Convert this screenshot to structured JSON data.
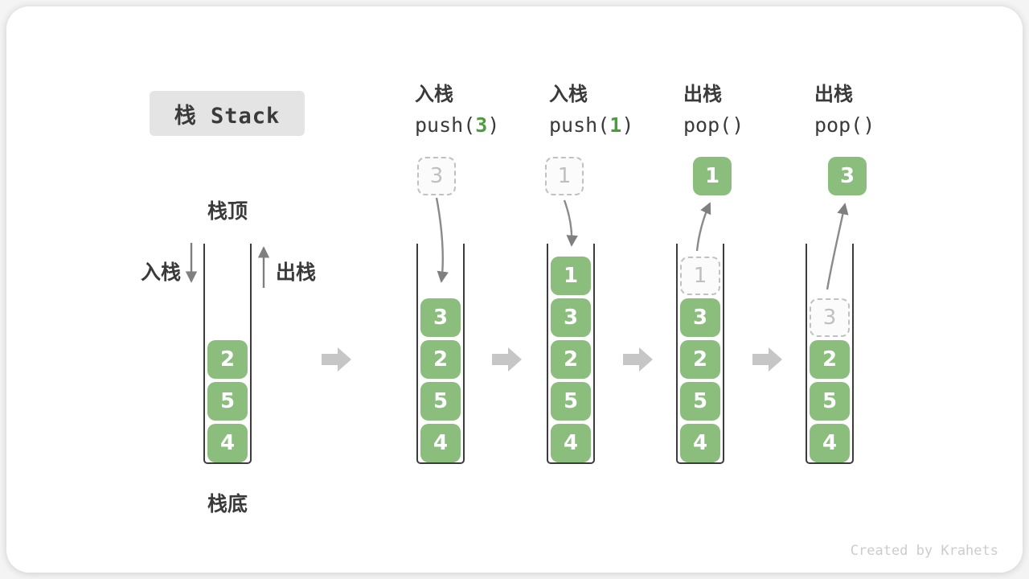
{
  "title": {
    "text": "栈 Stack"
  },
  "legend": {
    "stack_top": "栈顶",
    "stack_bottom": "栈底",
    "push_label": "入栈",
    "pop_label": "出栈"
  },
  "credit": "Created by Krahets",
  "colors": {
    "box_green": "#8BBD7D",
    "code_arg_green": "#4E9C40",
    "arrow_gray": "#7F7F7F",
    "flow_arrow_gray": "#C6C6C6",
    "ghost_gray": "#BFBFBF",
    "text_dark": "#3A3A3A",
    "title_bg": "#E4E4E4",
    "credit_gray": "#CCCCCC"
  },
  "stages": [
    {
      "name": "initial-stack",
      "items": [
        {
          "value": "2",
          "slot": 2,
          "style": "solid"
        },
        {
          "value": "5",
          "slot": 3,
          "style": "solid"
        },
        {
          "value": "4",
          "slot": 4,
          "style": "solid"
        }
      ]
    },
    {
      "name": "push-3",
      "header": {
        "op": "入栈",
        "code_pre": "push(",
        "code_arg": "3",
        "code_post": ")"
      },
      "floating": {
        "value": "3",
        "style": "dashed"
      },
      "items": [
        {
          "value": "3",
          "slot": 1,
          "style": "solid"
        },
        {
          "value": "2",
          "slot": 2,
          "style": "solid"
        },
        {
          "value": "5",
          "slot": 3,
          "style": "solid"
        },
        {
          "value": "4",
          "slot": 4,
          "style": "solid"
        }
      ]
    },
    {
      "name": "push-1",
      "header": {
        "op": "入栈",
        "code_pre": "push(",
        "code_arg": "1",
        "code_post": ")"
      },
      "floating": {
        "value": "1",
        "style": "dashed"
      },
      "items": [
        {
          "value": "1",
          "slot": 0,
          "style": "solid"
        },
        {
          "value": "3",
          "slot": 1,
          "style": "solid"
        },
        {
          "value": "2",
          "slot": 2,
          "style": "solid"
        },
        {
          "value": "5",
          "slot": 3,
          "style": "solid"
        },
        {
          "value": "4",
          "slot": 4,
          "style": "solid"
        }
      ]
    },
    {
      "name": "pop-1",
      "header": {
        "op": "出栈",
        "code_pre": "pop()",
        "code_arg": "",
        "code_post": ""
      },
      "floating": {
        "value": "1",
        "style": "solid"
      },
      "items": [
        {
          "value": "1",
          "slot": 0,
          "style": "dashed"
        },
        {
          "value": "3",
          "slot": 1,
          "style": "solid"
        },
        {
          "value": "2",
          "slot": 2,
          "style": "solid"
        },
        {
          "value": "5",
          "slot": 3,
          "style": "solid"
        },
        {
          "value": "4",
          "slot": 4,
          "style": "solid"
        }
      ]
    },
    {
      "name": "pop-3",
      "header": {
        "op": "出栈",
        "code_pre": "pop()",
        "code_arg": "",
        "code_post": ""
      },
      "floating": {
        "value": "3",
        "style": "solid"
      },
      "items": [
        {
          "value": "3",
          "slot": 1,
          "style": "dashed"
        },
        {
          "value": "2",
          "slot": 2,
          "style": "solid"
        },
        {
          "value": "5",
          "slot": 3,
          "style": "solid"
        },
        {
          "value": "4",
          "slot": 4,
          "style": "solid"
        }
      ]
    }
  ]
}
